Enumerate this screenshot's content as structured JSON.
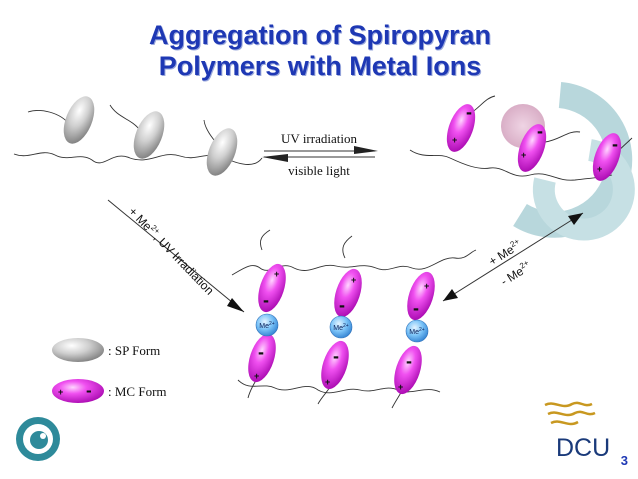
{
  "title": {
    "line1": "Aggregation of Spiropyran",
    "line2": "Polymers with Metal Ions"
  },
  "reaction": {
    "forward": "UV irradiation",
    "reverse": "visible light"
  },
  "diagonal_label": {
    "prefix": "+ Me",
    "superscript": "2+",
    "suffix": ", UV Irradiation"
  },
  "reversible_label": {
    "top_prefix": "+ Me",
    "top_superscript": "2+",
    "bottom_prefix": "- Me",
    "bottom_superscript": "2+"
  },
  "metal_ion": {
    "text": "Me",
    "superscript": "2+"
  },
  "charges": {
    "plus": "+",
    "minus": "-"
  },
  "legend": {
    "sp_label": ":   SP Form",
    "mc_label": ":  MC Form"
  },
  "footer": {
    "logo_text": "DCU",
    "slide_number": "3"
  },
  "colors": {
    "title": "#1e38b4",
    "mc_form": "#e600e6",
    "sp_form": "#b4b4b4",
    "metal_ion": "#5aa8f0",
    "dcu_teal": "#3e9aa8",
    "dcu_gold": "#c89820"
  }
}
